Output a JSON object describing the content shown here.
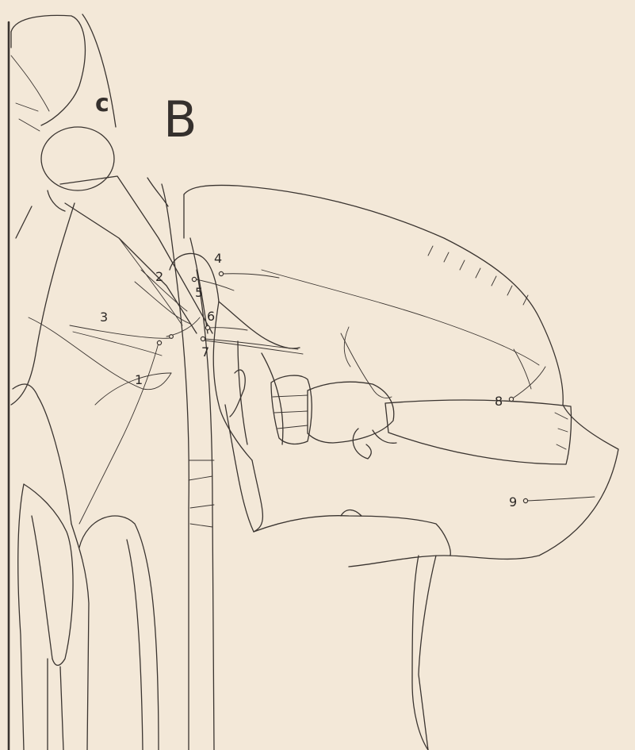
{
  "figure": {
    "panel_letter": "B",
    "sub_label": "c",
    "seta_labels": [
      "1",
      "2",
      "3",
      "4",
      "5",
      "6",
      "7",
      "8",
      "9"
    ]
  },
  "colors": {
    "paper": "#f3e8d8",
    "ink": "#3a3430"
  }
}
